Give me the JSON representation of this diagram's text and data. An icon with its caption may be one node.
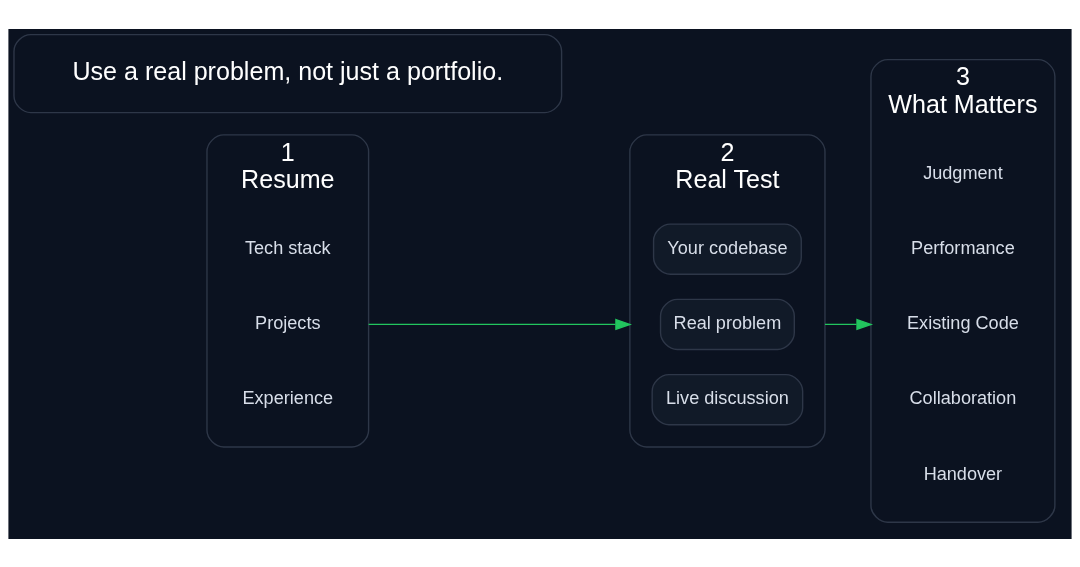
{
  "diagram": {
    "nodes": [
      {
        "text": [
          "1",
          "Resume"
        ]
      },
      {
        "text": [
          "Tech stack"
        ],
        "in": 0
      },
      {
        "text": [
          "Projects"
        ],
        "in": 0
      },
      {
        "text": [
          "Experience"
        ],
        "in": 0
      },
      {
        "text": [
          "2",
          "Real Test"
        ]
      },
      {
        "text": [
          "Your codebase"
        ],
        "in": 4
      },
      {
        "text": [
          "Real problem"
        ],
        "in": 4
      },
      {
        "text": [
          "Live discussion"
        ],
        "in": 4
      },
      {
        "text": [
          "3",
          "What Matters"
        ]
      },
      {
        "text": [
          "Judgment"
        ],
        "in": 8
      },
      {
        "text": [
          "Performance"
        ],
        "in": 8
      },
      {
        "text": [
          "Existing Code"
        ],
        "in": 8
      },
      {
        "text": [
          "Collaboration"
        ],
        "in": 8
      },
      {
        "text": [
          "Handover"
        ],
        "in": 8
      },
      {
        "text": [
          "Use a real problem, not just a portfolio."
        ]
      }
    ],
    "edges": [
      {
        "from": 0,
        "to": 4,
        "arrow": "to"
      },
      {
        "from": 4,
        "to": 8,
        "arrow": "to"
      }
    ]
  }
}
